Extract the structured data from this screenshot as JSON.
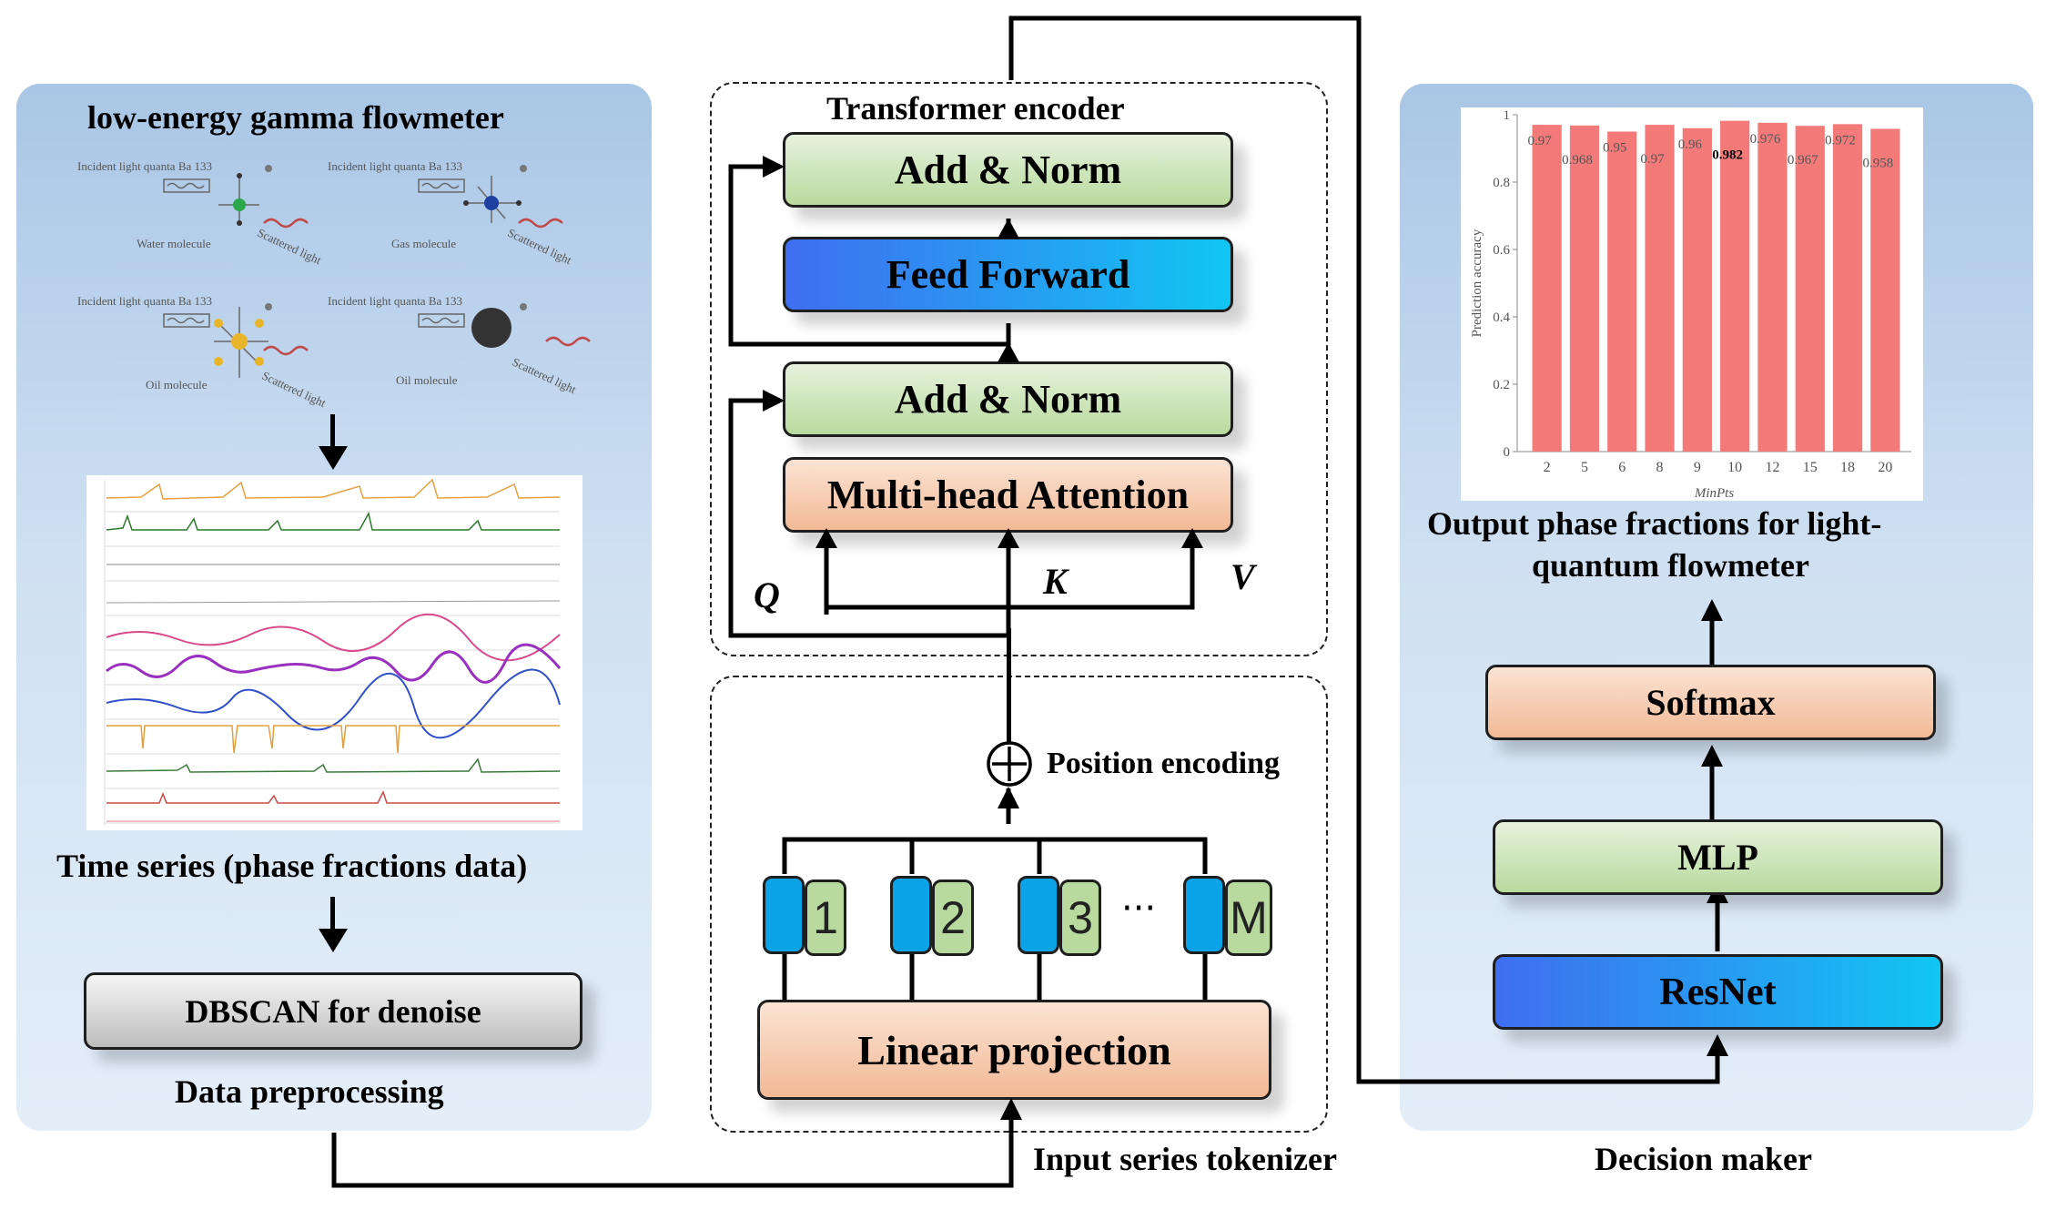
{
  "left_panel": {
    "title": "low-energy gamma flowmeter",
    "molecule_captions": {
      "incident": "Incident light quanta Ba 133",
      "water": "Water molecule",
      "gas": "Gas molecule",
      "oil": "Oil molecule",
      "scattered": "Scattered light"
    },
    "time_series_label": "Time series (phase fractions data)",
    "dbscan": "DBSCAN for denoise",
    "preprocessing_label": "Data preprocessing"
  },
  "encoder": {
    "title": "Transformer encoder",
    "add_norm_top": "Add & Norm",
    "feed_forward": "Feed Forward",
    "add_norm_bottom": "Add & Norm",
    "attention": "Multi-head Attention",
    "q": "Q",
    "k": "K",
    "v": "V"
  },
  "tokenizer": {
    "position_encoding": "Position encoding",
    "tokens": [
      "1",
      "2",
      "3",
      "M"
    ],
    "ellipsis": "···",
    "linear_projection": "Linear projection",
    "label": "Input series tokenizer"
  },
  "decision": {
    "output_label_line1": "Output phase fractions for light-",
    "output_label_line2": "quantum flowmeter",
    "softmax": "Softmax",
    "mlp": "MLP",
    "resnet": "ResNet",
    "label": "Decision maker"
  },
  "bar_chart": {
    "ylabel": "Prediction accuracy",
    "xlabel": "MinPts",
    "yticks": [
      "0",
      "0.2",
      "0.4",
      "0.6",
      "0.8",
      "1"
    ],
    "ylim": [
      0,
      1
    ]
  },
  "chart_data": {
    "type": "bar",
    "categories": [
      "2",
      "5",
      "6",
      "8",
      "9",
      "10",
      "12",
      "15",
      "18",
      "20"
    ],
    "values": [
      0.97,
      0.968,
      0.95,
      0.97,
      0.96,
      0.982,
      0.976,
      0.967,
      0.972,
      0.958
    ],
    "value_labels": [
      "0.97",
      "0.968",
      "0.95",
      "0.97",
      "0.96",
      "0.982",
      "0.976",
      "0.967",
      "0.972",
      "0.958"
    ],
    "xlabel": "MinPts",
    "ylabel": "Prediction accuracy",
    "ylim": [
      0,
      1
    ],
    "bar_color": "#f47a7a"
  },
  "colors": {
    "green_box": "#b9da9e",
    "orange_box": "#f2b996",
    "blue_box": "#11c6f3",
    "token_blue": "#0aa3e8",
    "panel_blue": "#a9c6e6"
  }
}
